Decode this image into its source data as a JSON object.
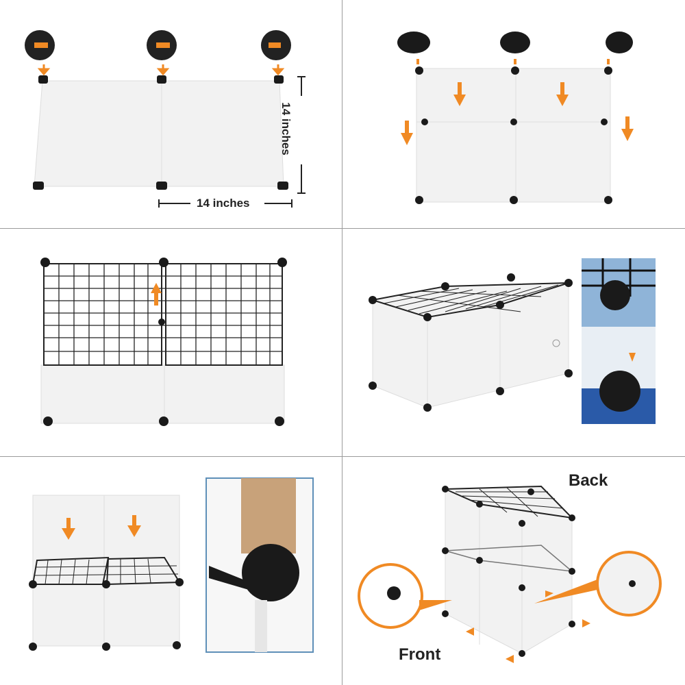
{
  "step1": {
    "height_label": "14 inches",
    "width_label": "14 inches"
  },
  "step6": {
    "back_label": "Back",
    "front_label": "Front"
  },
  "colors": {
    "accent": "#f08a24",
    "connector": "#1a1a1a",
    "panel": "#f3f3f3",
    "photo_bg": "#1f4f9a"
  }
}
